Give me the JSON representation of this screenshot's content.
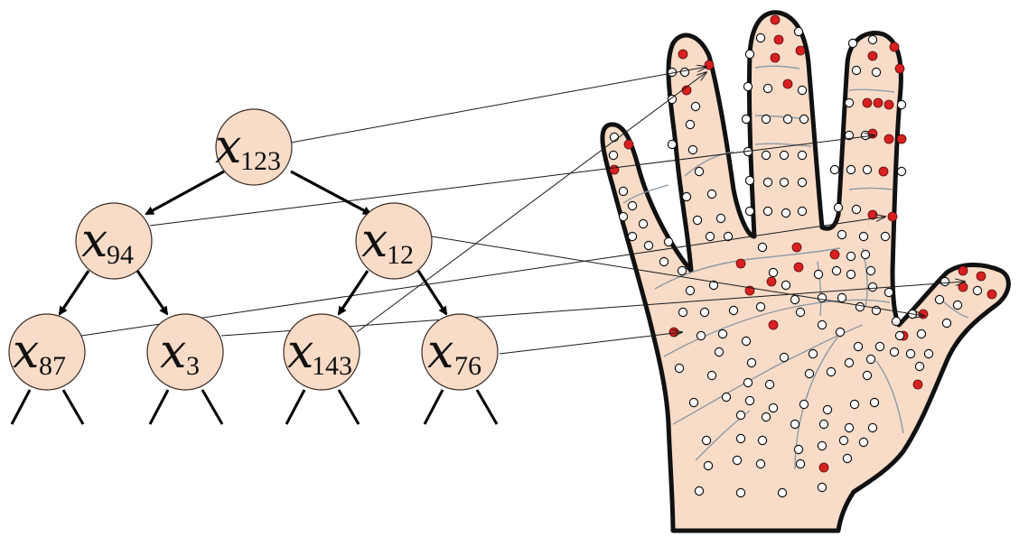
{
  "tree": {
    "nodes": [
      {
        "id": "n123",
        "main": "x",
        "sub": "123"
      },
      {
        "id": "n94",
        "main": "x",
        "sub": "94"
      },
      {
        "id": "n12",
        "main": "x",
        "sub": "12"
      },
      {
        "id": "n87",
        "main": "x",
        "sub": "87"
      },
      {
        "id": "n3",
        "main": "x",
        "sub": "3"
      },
      {
        "id": "n143",
        "main": "x",
        "sub": "143"
      },
      {
        "id": "n76",
        "main": "x",
        "sub": "76"
      }
    ]
  },
  "colors": {
    "node_fill": "#f8dcc8",
    "hand_fill": "#f8dcc8",
    "sensor_active": "#d82020",
    "sensor_inactive": "#ffffff",
    "palm_lines": "#8e9aa5"
  }
}
